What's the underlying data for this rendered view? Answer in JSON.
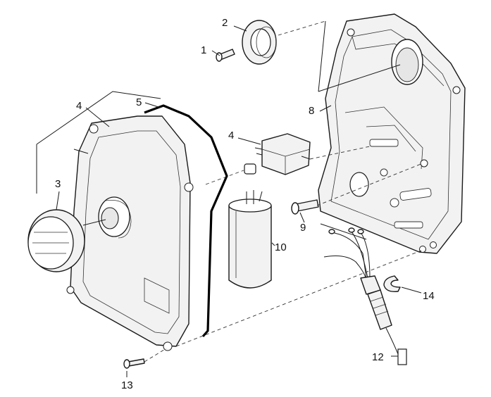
{
  "labels": {
    "l1": "1",
    "l2": "2",
    "l3": "3",
    "l4a": "4",
    "l4b": "4",
    "l5": "5",
    "l8": "8",
    "l9": "9",
    "l10": "10",
    "l12": "12",
    "l13": "13",
    "l14": "14"
  }
}
